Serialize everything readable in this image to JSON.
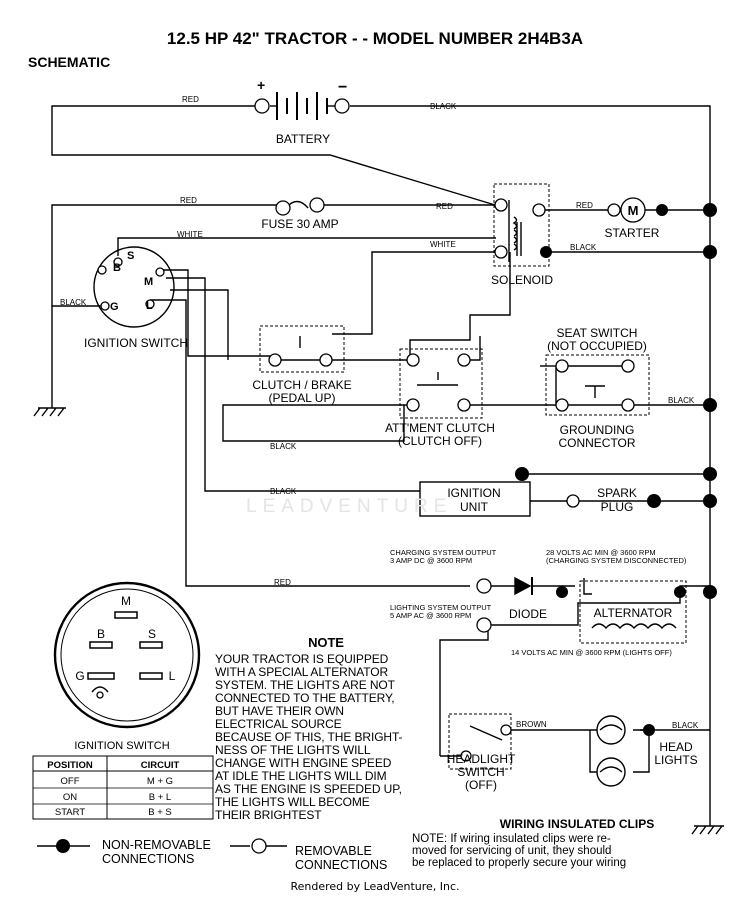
{
  "header": {
    "title": "12.5 HP 42\"  TRACTOR - - MODEL NUMBER 2H4B3A",
    "section": "SCHEMATIC"
  },
  "battery": {
    "label": "BATTERY",
    "plus": "+",
    "minus": "−"
  },
  "wires": {
    "red_top": "RED",
    "black_top": "BLACK",
    "red_fuse": "RED",
    "red_sol": "RED",
    "red_starter": "RED",
    "white_sol": "WHITE",
    "black_sol": "BLACK",
    "white_ign": "WHITE",
    "black_ign": "BLACK",
    "black_seat": "BLACK",
    "black_clutch": "BLACK",
    "black_unit": "BLACK",
    "red_bottom": "RED",
    "brown": "BROWN",
    "black_head": "BLACK"
  },
  "fuse": {
    "label": "FUSE 30 AMP"
  },
  "solenoid": {
    "label": "SOLENOID"
  },
  "starter": {
    "label": "STARTER",
    "symbol": "M"
  },
  "ignition_switch": {
    "label": "IGNITION SWITCH",
    "terminals": [
      "B",
      "S",
      "M",
      "G",
      "L"
    ]
  },
  "clutch_brake": {
    "line1": "CLUTCH / BRAKE",
    "line2": "(PEDAL UP)"
  },
  "att_clutch": {
    "line1": "ATT'MENT CLUTCH",
    "line2": "(CLUTCH OFF)"
  },
  "seat_switch": {
    "line1": "SEAT SWITCH",
    "line2": "(NOT OCCUPIED)"
  },
  "grounding": {
    "line1": "GROUNDING",
    "line2": "CONNECTOR"
  },
  "ignition_unit": {
    "line1": "IGNITION",
    "line2": "UNIT"
  },
  "spark_plug": {
    "line1": "SPARK",
    "line2": "PLUG"
  },
  "charging": {
    "line1": "CHARGING SYSTEM OUTPUT",
    "line2": "3 AMP DC @ 3600 RPM"
  },
  "ac28": {
    "line1": "28 VOLTS AC MIN  @ 3600 RPM",
    "line2": "(CHARGING SYSTEM DISCONNECTED)"
  },
  "lighting": {
    "line1": "LIGHTING SYSTEM OUTPUT",
    "line2": "5 AMP AC @ 3600 RPM"
  },
  "ac14": "14 VOLTS AC MIN  @ 3600 RPM (LIGHTS OFF)",
  "diode": {
    "label": "DIODE"
  },
  "alternator": {
    "label": "ALTERNATOR"
  },
  "headlight_switch": {
    "line1": "HEADLIGHT",
    "line2": "SWITCH",
    "line3": "(OFF)"
  },
  "head_lights": {
    "line1": "HEAD",
    "line2": "LIGHTS"
  },
  "detail": {
    "label": "IGNITION SWITCH",
    "terminals": [
      "M",
      "B",
      "S",
      "G",
      "L"
    ]
  },
  "table": {
    "headers": [
      "POSITION",
      "CIRCUIT"
    ],
    "rows": [
      [
        "OFF",
        "M + G"
      ],
      [
        "ON",
        "B + L"
      ],
      [
        "START",
        "B + S"
      ]
    ]
  },
  "note": {
    "title": "NOTE",
    "body": "YOUR TRACTOR IS EQUIPPED\nWITH A SPECIAL ALTERNATOR\nSYSTEM.  THE LIGHTS ARE NOT\nCONNECTED TO  THE BATTERY,\nBUT HAVE THEIR OWN\nELECTRICAL SOURCE\nBECAUSE OF THIS, THE BRIGHT-\nNESS OF THE LIGHTS WILL\nCHANGE WITH ENGINE SPEED\nAT IDLE THE LIGHTS WILL DIM\nAS THE ENGINE IS SPEEDED UP,\nTHE LIGHTS WILL BECOME\nTHEIR BRIGHTEST"
  },
  "legend": {
    "non_removable": [
      "NON-REMOVABLE",
      "CONNECTIONS"
    ],
    "removable": [
      "REMOVABLE",
      "CONNECTIONS"
    ]
  },
  "clips": {
    "title": "WIRING INSULATED CLIPS",
    "body": "NOTE: If wiring insulated clips  were  re-\n  moved for servicing of unit,  they should\n  be replaced to properly secure your wiring"
  },
  "watermark": "LEADVENTURE",
  "footer": "Rendered by LeadVenture, Inc."
}
